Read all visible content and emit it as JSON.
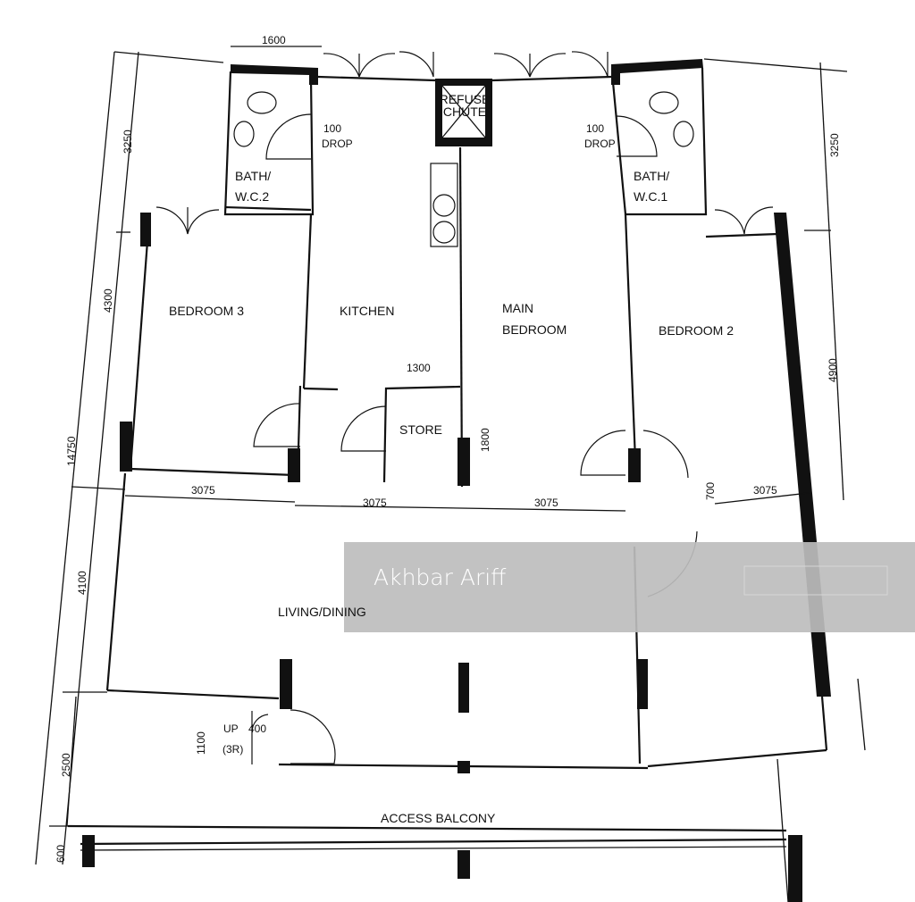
{
  "rooms": {
    "bath_wc2": [
      "BATH/",
      "W.C.2"
    ],
    "bath_wc1": [
      "BATH/",
      "W.C.1"
    ],
    "refuse_chute": [
      "REFUSE",
      "CHUTE"
    ],
    "bedroom3": "BEDROOM 3",
    "kitchen": "KITCHEN",
    "main_bedroom": [
      "MAIN",
      "BEDROOM"
    ],
    "bedroom2": "BEDROOM 2",
    "store": "STORE",
    "living_dining": "LIVING/DINING",
    "access_balcony": "ACCESS BALCONY"
  },
  "notes": {
    "drop_left": [
      "100",
      "DROP"
    ],
    "drop_right": [
      "100",
      "DROP"
    ],
    "stairs": [
      "UP",
      "400",
      "(3R)"
    ]
  },
  "dimensions": {
    "top_1600": "1600",
    "left_3250": "3250",
    "left_4300": "4300",
    "left_total_14750": "14750",
    "left_4100": "4100",
    "left_2500": "2500",
    "left_600": "600",
    "stair_1100": "1100",
    "right_3250": "3250",
    "right_4900": "4900",
    "store_1300": "1300",
    "store_1800": "1800",
    "row_3075_a": "3075",
    "row_3075_b": "3075",
    "row_3075_c": "3075",
    "row_700": "700",
    "row_3075_d": "3075"
  },
  "watermark": {
    "text": "Akhbar Ariff",
    "band_color": "#bdbdbd"
  }
}
